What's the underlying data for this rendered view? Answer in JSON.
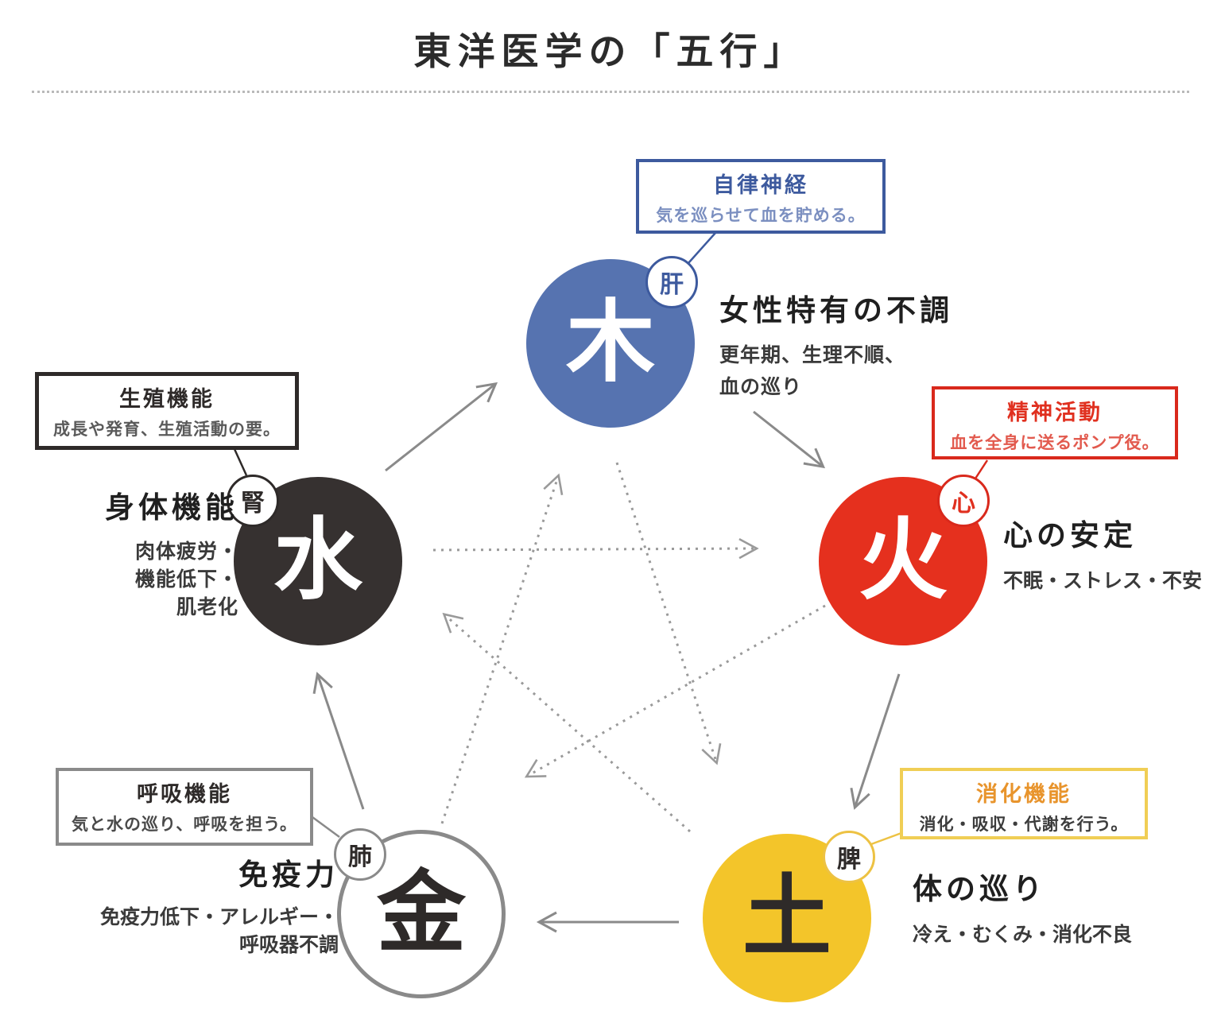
{
  "title": "東洋医学の「五行」",
  "elements": {
    "wood": {
      "char": "木",
      "organ": "肝",
      "color": "#5673b0",
      "callout": {
        "title": "自律神経",
        "subtitle": "気を巡らせて血を貯める。"
      },
      "heading": "女性特有の不調",
      "body": "更年期、生理不順、\n血の巡り"
    },
    "fire": {
      "char": "火",
      "organ": "心",
      "color": "#e5301e",
      "callout": {
        "title": "精神活動",
        "subtitle": "血を全身に送るポンプ役。"
      },
      "heading": "心の安定",
      "body": "不眠・ストレス・不安"
    },
    "earth": {
      "char": "土",
      "organ": "脾",
      "color": "#f3c52a",
      "callout": {
        "title": "消化機能",
        "subtitle": "消化・吸収・代謝を行う。"
      },
      "heading": "体の巡り",
      "body": "冷え・むくみ・消化不良"
    },
    "metal": {
      "char": "金",
      "organ": "肺",
      "color": "#8a8a8a",
      "callout": {
        "title": "呼吸機能",
        "subtitle": "気と水の巡り、呼吸を担う。"
      },
      "heading": "免疫力",
      "body": "免疫力低下・アレルギー・\n呼吸器不調"
    },
    "water": {
      "char": "水",
      "organ": "腎",
      "color": "#363130",
      "callout": {
        "title": "生殖機能",
        "subtitle": "成長や発育、生殖活動の要。"
      },
      "heading": "身体機能",
      "body": "肉体疲労・\n機能低下・\n肌老化"
    }
  },
  "relations": {
    "solid_arrows": [
      "water→wood",
      "wood→fire",
      "fire→earth",
      "earth→metal",
      "metal→water"
    ],
    "dotted_arrows": [
      "water→fire",
      "wood→earth",
      "earth→water",
      "fire→metal",
      "metal→wood"
    ]
  }
}
